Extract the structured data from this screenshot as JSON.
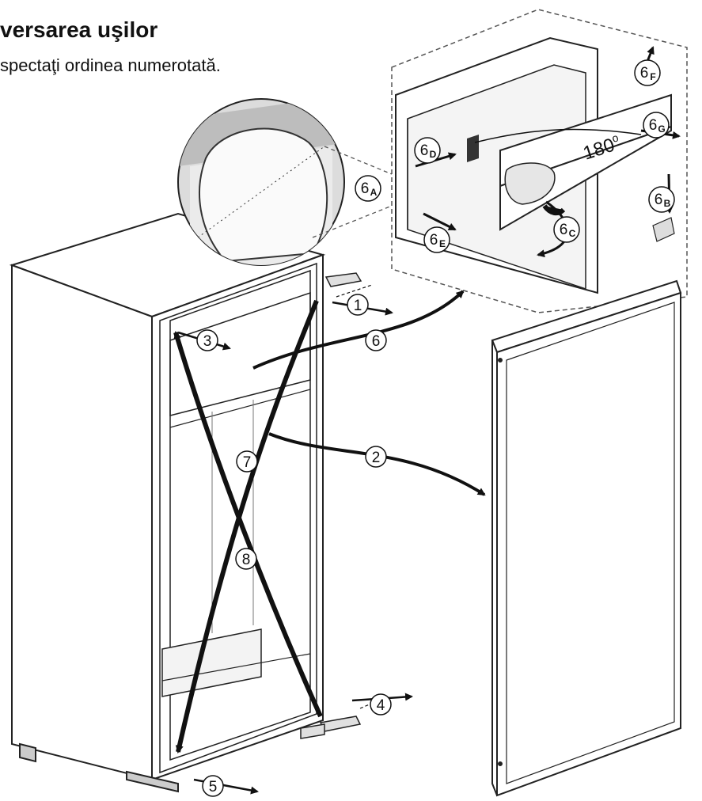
{
  "heading": "versarea uşilor",
  "subheading": "spectaţi ordinea numerotată.",
  "steps": [
    {
      "num": "1"
    },
    {
      "num": "2"
    },
    {
      "num": "3"
    },
    {
      "num": "4"
    },
    {
      "num": "5"
    },
    {
      "num": "6"
    },
    {
      "num": "7"
    },
    {
      "num": "8"
    }
  ],
  "substeps": [
    {
      "num": "6",
      "sub": "A"
    },
    {
      "num": "6",
      "sub": "B"
    },
    {
      "num": "6",
      "sub": "C"
    },
    {
      "num": "6",
      "sub": "D"
    },
    {
      "num": "6",
      "sub": "E"
    },
    {
      "num": "6",
      "sub": "F"
    },
    {
      "num": "6",
      "sub": "G"
    }
  ],
  "rotation": "180",
  "rotation_unit": "o",
  "colors": {
    "line": "#222222",
    "arrow": "#111111",
    "fill": "#ffffff",
    "shade": "#d8d8d8",
    "dash": "#555555"
  }
}
